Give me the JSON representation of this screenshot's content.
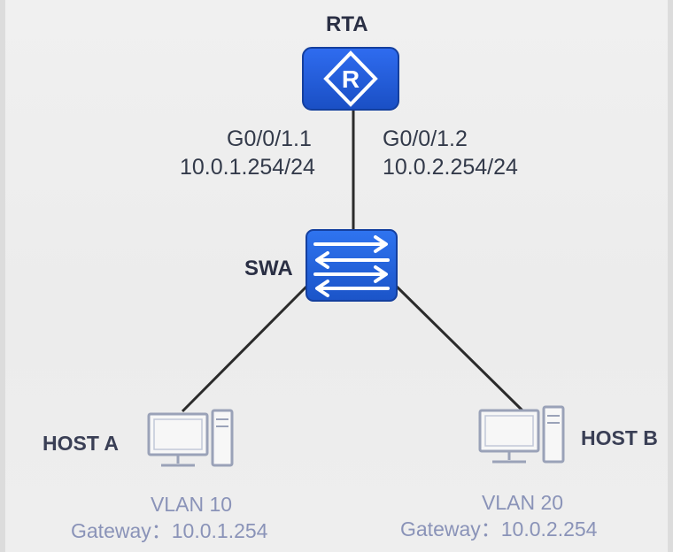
{
  "devices": {
    "router": {
      "name": "RTA",
      "icon": "router-icon"
    },
    "switch": {
      "name": "SWA",
      "icon": "switch-icon"
    },
    "host_a": {
      "name": "HOST A",
      "vlan": "VLAN 10",
      "gateway": "Gateway：10.0.1.254",
      "icon": "computer-icon"
    },
    "host_b": {
      "name": "HOST B",
      "vlan": "VLAN 20",
      "gateway": "Gateway：10.0.2.254",
      "icon": "computer-icon"
    }
  },
  "interfaces": {
    "if1": {
      "name": "G0/0/1.1",
      "ip": "10.0.1.254/24"
    },
    "if2": {
      "name": "G0/0/1.2",
      "ip": "10.0.2.254/24"
    }
  },
  "colors": {
    "device_blue": "#1e58d6",
    "device_blue_dark": "#143f9e",
    "link": "#2b2b2b",
    "host_outline": "#9aa2b8"
  }
}
